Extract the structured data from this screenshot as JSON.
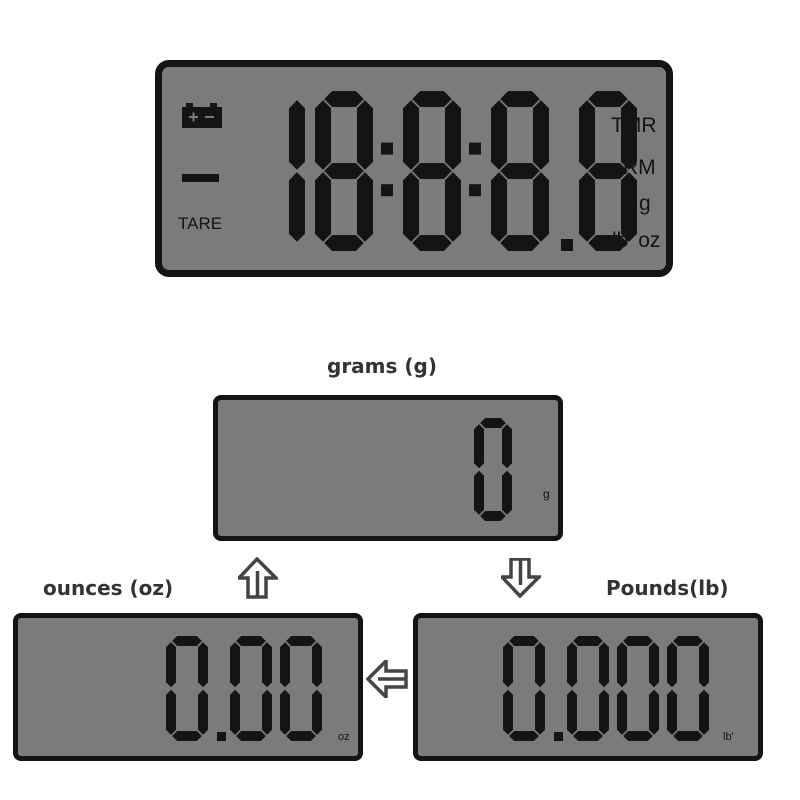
{
  "main_display": {
    "digits": "18:8:8.8",
    "indicators": {
      "tare": "TARE",
      "timer": "TMR",
      "room": "RM",
      "gram": "g",
      "pound_ounce": "lb' oz"
    },
    "icons": [
      "battery-icon",
      "minus-icon"
    ]
  },
  "modes": {
    "grams": {
      "caption": "grams (g)",
      "reading": "0",
      "unit": "g"
    },
    "ounces": {
      "caption": "ounces (oz)",
      "reading": "0.00",
      "unit": "oz"
    },
    "pounds": {
      "caption": "Pounds(lb)",
      "reading": "0.000",
      "unit": "lb'"
    }
  },
  "flow_arrows": [
    "arrow-down-icon",
    "arrow-left-icon",
    "arrow-up-icon"
  ],
  "colors": {
    "lcd_background": "#7b7b7b",
    "segment": "#141414",
    "frame": "#141414"
  }
}
